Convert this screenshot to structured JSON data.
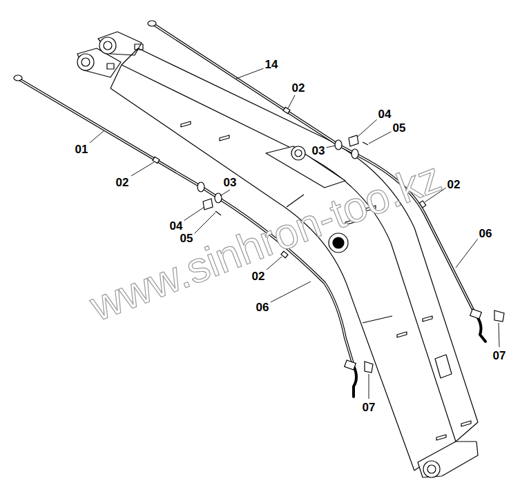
{
  "diagram": {
    "labels": [
      "14",
      "02",
      "04",
      "05",
      "01",
      "03",
      "03",
      "02",
      "02",
      "06",
      "04",
      "05",
      "02",
      "06",
      "07",
      "07",
      "www.sinhron-too.kz"
    ]
  }
}
